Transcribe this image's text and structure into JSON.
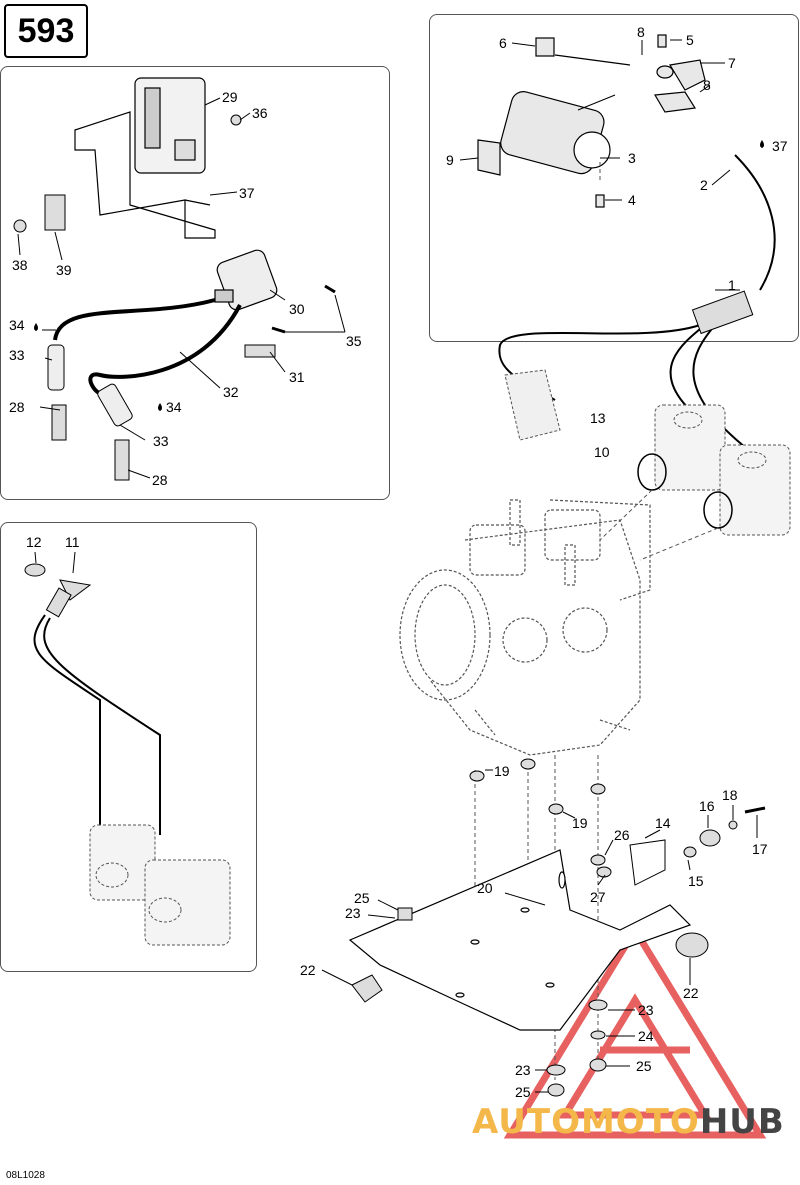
{
  "page_number": "593",
  "drawing_code": "08L1028",
  "watermark": {
    "part1": "AUTOMOTO",
    "part2": "HUB"
  },
  "callouts": {
    "c1": "1",
    "c2": "2",
    "c3": "3",
    "c4": "4",
    "c5": "5",
    "c6": "6",
    "c7": "7",
    "c8a": "8",
    "c8b": "8",
    "c9": "9",
    "c10": "10",
    "c11": "11",
    "c12": "12",
    "c13": "13",
    "c14": "14",
    "c15": "15",
    "c16": "16",
    "c17": "17",
    "c18": "18",
    "c19a": "19",
    "c19b": "19",
    "c20": "20",
    "c22a": "22",
    "c22b": "22",
    "c23a": "23",
    "c23b": "23",
    "c23c": "23",
    "c24": "24",
    "c25a": "25",
    "c25b": "25",
    "c25c": "25",
    "c26": "26",
    "c27": "27",
    "c28a": "28",
    "c28b": "28",
    "c29": "29",
    "c30": "30",
    "c31": "31",
    "c32": "32",
    "c33a": "33",
    "c33b": "33",
    "c34a": "34",
    "c34b": "34",
    "c35": "35",
    "c36": "36",
    "c37a": "37",
    "c37b": "37",
    "c38": "38",
    "c39": "39"
  },
  "colors": {
    "watermark_red": "#e23a3a",
    "watermark_orange": "#f4b84a",
    "line": "#000000"
  }
}
